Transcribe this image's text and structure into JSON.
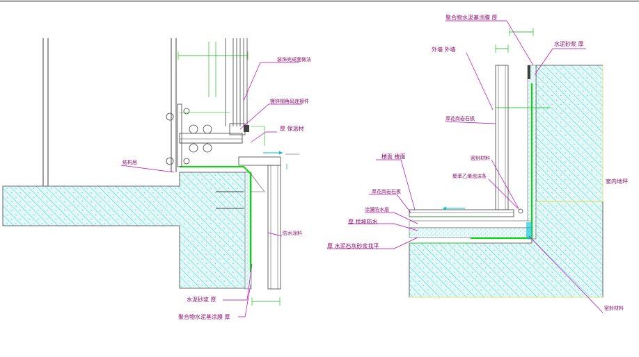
{
  "drawing": {
    "colors": {
      "background": "#ffffff",
      "frame": "#000000",
      "hatch": "#00c8c8",
      "concrete_fill": "#dff7f7",
      "dim": "#00b400",
      "membrane": "#00e000",
      "leader": "#b400b4",
      "label_text": "#8a0a6a",
      "flow": "#00bcd4",
      "slab_edge": "#e0e070",
      "structure": "#404040"
    },
    "left_detail": {
      "labels": {
        "top_right": "装饰完成面做法",
        "bracket": "镀锌钢角码连接件",
        "thickness_material": "厚    保温材",
        "left_anchor": "结构层",
        "right_wall": "防水涂料",
        "mortar": "水泥砂浆    厚",
        "coating": "聚合物水泥基涂膜    厚"
      }
    },
    "right_detail": {
      "labels": {
        "coating_top": "聚合物水泥基涂膜    厚",
        "mortar_top": "水泥砂浆    厚",
        "wall": "外墙    外墙",
        "stone": "厚花岗岩石板",
        "sealant": "密封材料",
        "foam": "聚苯乙烯泡沫条",
        "floor": "楼面    楼面",
        "stone_floor": "厚花岗岩石板",
        "membrane": "涂膜防水层",
        "screed": "厚    找坡防水",
        "levelling": "厚    水泥石灰砂浆找平",
        "indoor": "室内地坪",
        "seal_bottom": "密封材料"
      }
    }
  }
}
